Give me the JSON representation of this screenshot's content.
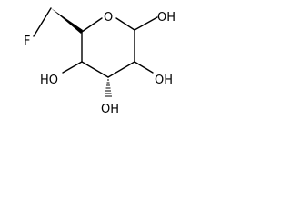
{
  "molecule": {
    "atoms": {
      "fluorine": "F",
      "ring_oxygen": "O",
      "oh_top_right": "OH",
      "oh_right": "OH",
      "oh_bottom": "OH",
      "oh_left": "HO"
    }
  },
  "colors": {
    "bond": "#000000",
    "label": "#000000",
    "background": "#ffffff"
  }
}
